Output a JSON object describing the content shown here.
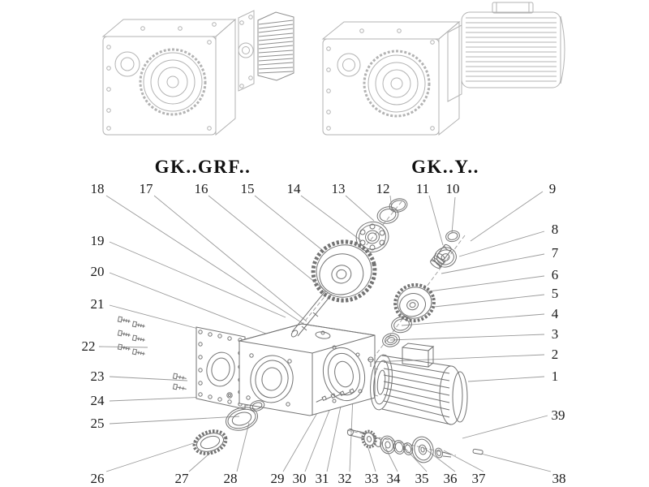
{
  "diagram": {
    "models": [
      {
        "label": "GK..GRF.."
      },
      {
        "label": "GK..Y.."
      }
    ],
    "callouts": {
      "top": [
        "18",
        "17",
        "16",
        "15",
        "14",
        "13",
        "12",
        "11",
        "10"
      ],
      "right": [
        "9",
        "8",
        "7",
        "6",
        "5",
        "4",
        "3",
        "2",
        "1",
        "39"
      ],
      "left": [
        "19",
        "20",
        "21",
        "22",
        "23",
        "24",
        "25"
      ],
      "bottom": [
        "26",
        "27",
        "28",
        "29",
        "30",
        "31",
        "32",
        "33",
        "34",
        "35",
        "36",
        "37",
        "38"
      ]
    },
    "colors": {
      "exploded_line": "#737373",
      "illustration_line": "#b3b3b3",
      "leader_line": "#9a9a9a",
      "text": "#1b1b1b"
    }
  }
}
